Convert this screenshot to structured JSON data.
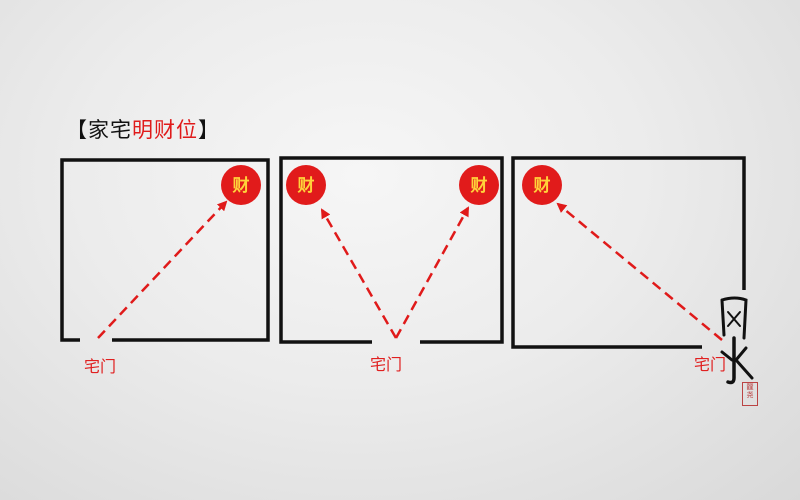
{
  "title": {
    "prefix": "【家宅",
    "highlight": "明财位",
    "suffix": "】"
  },
  "wealth_label": "财",
  "door_label": "宅门",
  "colors": {
    "accent": "#e01a1a",
    "wealth_fill": "#e11b1b",
    "wealth_text": "#ffd23a",
    "wall": "#111111"
  },
  "calligraphy": {
    "text": "风水",
    "seal": "龖 尧"
  }
}
